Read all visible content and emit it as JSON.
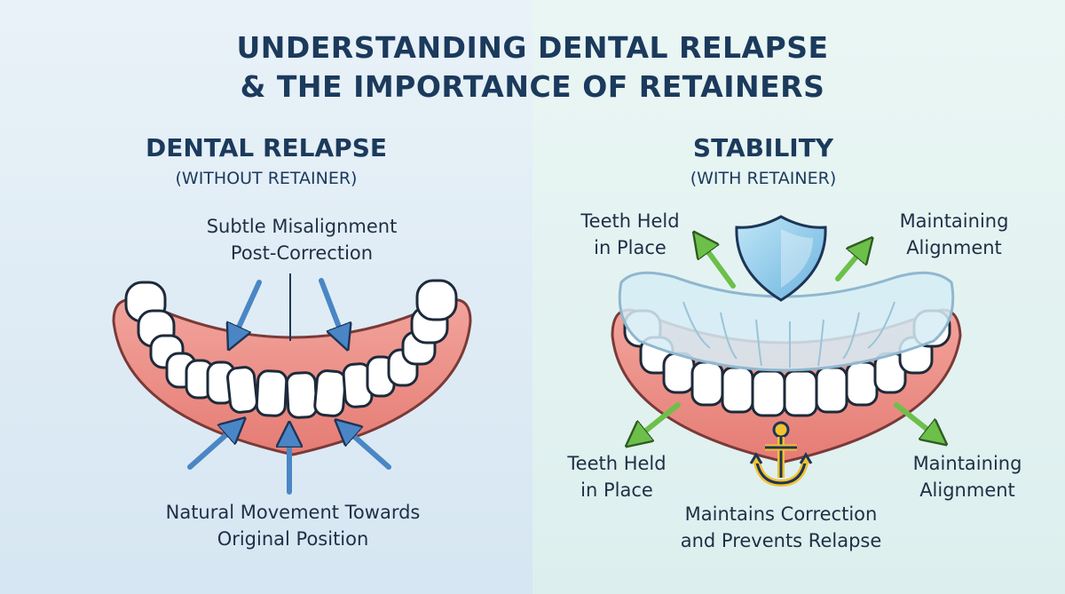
{
  "title": {
    "line1": "UNDERSTANDING DENTAL RELAPSE",
    "line2": "& THE IMPORTANCE OF RETAINERS"
  },
  "left": {
    "heading": "DENTAL RELAPSE",
    "subheading": "(WITHOUT RETAINER)",
    "top_label_line1": "Subtle Misalignment",
    "top_label_line2": "Post-Correction",
    "bottom_label_line1": "Natural Movement Towards",
    "bottom_label_line2": "Original Position"
  },
  "right": {
    "heading": "STABILITY",
    "subheading": "(WITH RETAINER)",
    "top_left_line1": "Teeth Held",
    "top_left_line2": "in Place",
    "top_right_line1": "Maintaining",
    "top_right_line2": "Alignment",
    "bottom_left_line1": "Teeth Held",
    "bottom_left_line2": "in Place",
    "bottom_right_line1": "Maintaining",
    "bottom_right_line2": "Alignment",
    "bottom_center_line1": "Maintains Correction",
    "bottom_center_line2": "and Prevents Relapse"
  },
  "icons": {
    "shield": "shield-icon",
    "anchor": "anchor-icon"
  },
  "colors": {
    "title": "#1b3a5c",
    "gum": "#e8847c",
    "relapse_arrow": "#4a86c5",
    "stability_arrow": "#6cc04a",
    "shield": "#7ec4e8",
    "anchor": "#f2c230"
  }
}
